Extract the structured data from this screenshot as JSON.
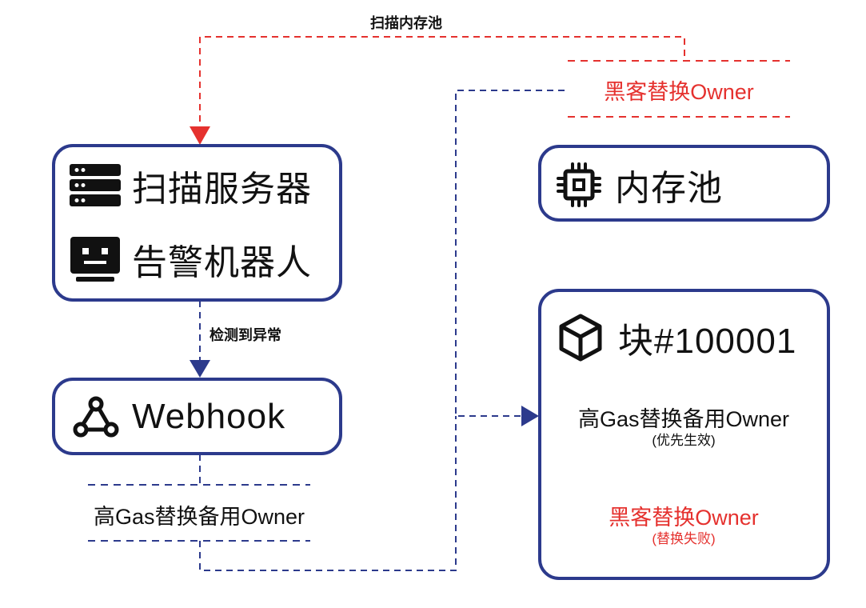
{
  "colors": {
    "blue": "#2c3a8c",
    "red": "#e5312e",
    "text": "#111111"
  },
  "labels": {
    "scan_mempool": "扫描内存池",
    "detected_anomaly": "检测到异常",
    "hacker_replace_top": "黑客替换Owner",
    "backup_owner_left": "高Gas替换备用Owner"
  },
  "scan_box": {
    "server_icon": "server-icon",
    "server_label": "扫描服务器",
    "bot_icon": "robot-icon",
    "bot_label": "告警机器人"
  },
  "webhook_box": {
    "icon": "webhook-icon",
    "label": "Webhook"
  },
  "mempool_box": {
    "icon": "chip-icon",
    "label": "内存池"
  },
  "block_box": {
    "icon": "cube-icon",
    "title": "块#100001",
    "entry1_title": "高Gas替换备用Owner",
    "entry1_note": "(优先生效)",
    "entry2_title": "黑客替换Owner",
    "entry2_note": "(替换失败)"
  }
}
